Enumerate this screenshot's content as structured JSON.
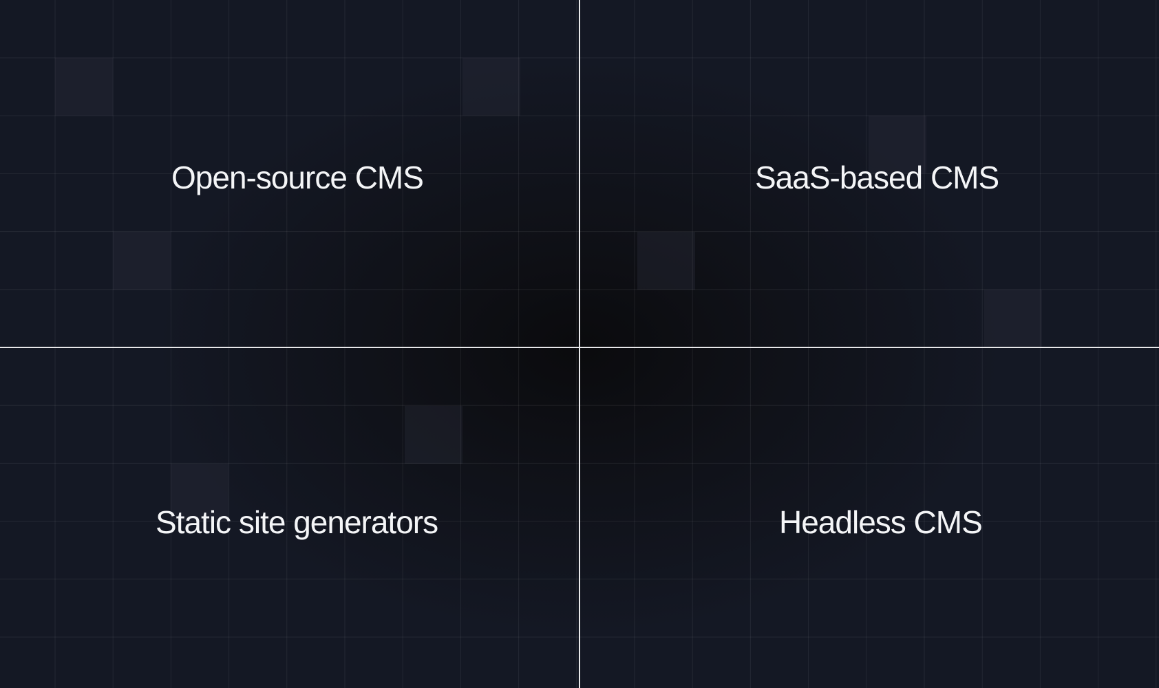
{
  "quadrants": {
    "top_left": "Open-source CMS",
    "top_right": "SaaS-based CMS",
    "bottom_left": "Static site generators",
    "bottom_right": "Headless CMS"
  },
  "colors": {
    "background": "#141824",
    "center_glow": "#0a0a0c",
    "divider": "#e8e8ea",
    "text": "#f4f5f7",
    "highlight_cell": "#2a2e3a"
  }
}
